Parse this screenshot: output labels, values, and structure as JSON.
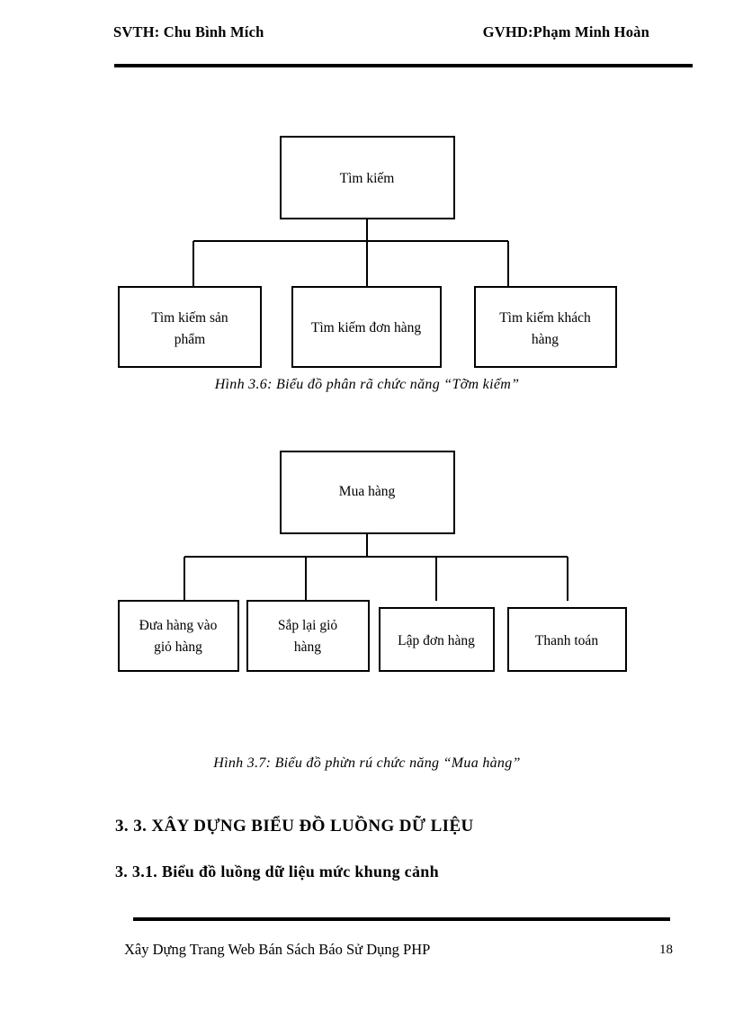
{
  "header": {
    "left": "SVTH: Chu Bình Mích",
    "right": "GVHD:Phạm Minh Hoàn"
  },
  "diagram1": {
    "root": "Tìm kiếm",
    "children": [
      "Tìm kiếm sản phẩm",
      "Tìm kiếm đơn hàng",
      "Tìm kiếm khách hàng"
    ],
    "children_lines": [
      [
        "Tìm kiếm  sản",
        "phẩm"
      ],
      [
        "Tìm kiếm  đơn hàng"
      ],
      [
        "Tìm kiếm  khách",
        "hàng"
      ]
    ],
    "caption": "Hình 3.6: Biểu đồ phân rã chức năng  “Tỡm kiếm”"
  },
  "diagram2": {
    "root": "Mua hàng",
    "children": [
      "Đưa hàng vào giỏ hàng",
      "Sắp lại giỏ hàng",
      "Lập đơn hàng",
      "Thanh toán"
    ],
    "children_lines": [
      [
        "Đưa hàng vào",
        "giỏ hàng"
      ],
      [
        "Sắp lại  giỏ",
        "hàng"
      ],
      [
        "Lập đơn hàng"
      ],
      [
        "Thanh toán"
      ]
    ],
    "caption": "Hình 3.7: Biểu đồ phừn rú chức năng  “Mua hàng”"
  },
  "headings": {
    "h33": "3. 3. XÂY DỰNG BIỂU ĐỒ LUỒNG DỮ LIỆU",
    "h331": "3. 3.1. Biểu đồ luồng dữ liệu mức khung cảnh"
  },
  "footer": {
    "title": "Xây Dựng Trang Web Bán Sách Báo Sử Dụng PHP",
    "page_number": "18"
  },
  "colors": {
    "ink": "#000000",
    "paper": "#ffffff"
  }
}
